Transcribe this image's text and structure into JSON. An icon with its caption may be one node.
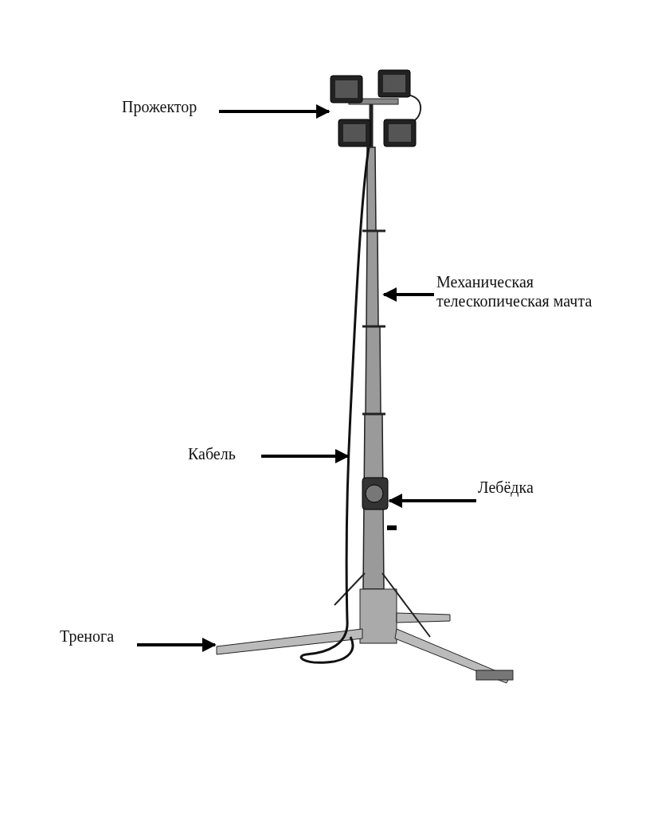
{
  "diagram": {
    "nodes": [
      {
        "text": [
          "Прожектор"
        ]
      },
      {
        "text": [],
        "shape": "picture"
      },
      {
        "text": [
          "Механическая телескопическая мачта"
        ]
      },
      {
        "text": [],
        "shape": "picture"
      },
      {
        "text": [
          "Кабель"
        ]
      },
      {
        "text": [],
        "shape": "picture"
      },
      {
        "text": [
          "Лебёдка"
        ]
      },
      {
        "text": [],
        "shape": "picture"
      },
      {
        "text": [
          "Тренога"
        ]
      },
      {
        "text": [],
        "shape": "picture"
      }
    ],
    "edges": [
      {
        "from": 0,
        "to": 1,
        "arrow": "to"
      },
      {
        "from": 2,
        "to": 3,
        "arrow": "to"
      },
      {
        "from": 4,
        "to": 5,
        "arrow": "to"
      },
      {
        "from": 6,
        "to": 7,
        "arrow": "to"
      },
      {
        "from": 8,
        "to": 9,
        "arrow": "to"
      }
    ]
  }
}
